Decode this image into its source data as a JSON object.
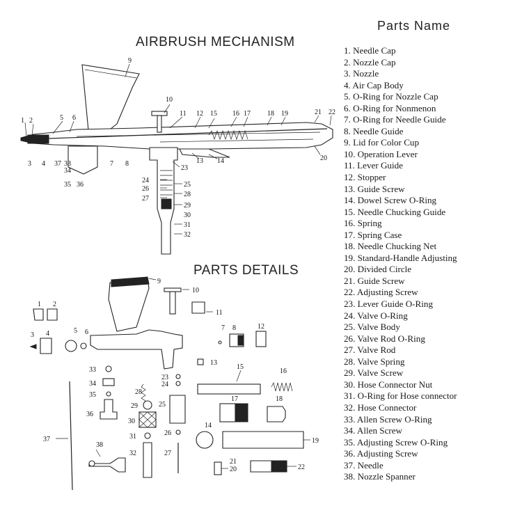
{
  "titles": {
    "mechanism": "AIRBRUSH MECHANISM",
    "details": "PARTS DETAILS",
    "parts_name": "Parts Name"
  },
  "parts": [
    "1. Needle Cap",
    "2. Nozzle Cap",
    "3. Nozzle",
    "4. Air Cap Body",
    "5. O-Ring for Nozzle Cap",
    "6. O-Ring for Nonmenon",
    "7. O-Ring for Needle Guide",
    "8. Needle Guide",
    "9. Lid for Color Cup",
    "10. Operation Lever",
    "11. Lever Guide",
    "12. Stopper",
    "13. Guide Screw",
    "14. Dowel Screw O-Ring",
    "15. Needle Chucking Guide",
    "16. Spring",
    "17. Spring Case",
    "18. Needle Chucking Net",
    "19. Standard-Handle Adjusting",
    "20. Divided Circle",
    "21. Guide Screw",
    "22. Adjusting Screw",
    "23. Lever Guide O-Ring",
    "24. Valve O-Ring",
    "25. Valve Body",
    "26. Valve Rod O-Ring",
    "27. Valve Rod",
    "28. Valve Spring",
    "29. Valve Screw",
    "30. Hose Connector Nut",
    "31. O-Ring for Hose connector",
    "32. Hose Connector",
    "33. Allen Screw O-Ring",
    "34. Allen Screw",
    "35. Adjusting Screw O-Ring",
    "36. Adjusting Screw",
    "37. Needle",
    "38. Nozzle Spanner"
  ],
  "callouts": {
    "n1": "1",
    "n2": "2",
    "n3": "3",
    "n4": "4",
    "n5": "5",
    "n6": "6",
    "n7": "7",
    "n8": "8",
    "n9": "9",
    "n10": "10",
    "n11": "11",
    "n12": "12",
    "n13": "13",
    "n14": "14",
    "n15": "15",
    "n16": "16",
    "n17": "17",
    "n18": "18",
    "n19": "19",
    "n20": "20",
    "n21": "21",
    "n22": "22",
    "n23": "23",
    "n24": "24",
    "n25": "25",
    "n26": "26",
    "n27": "27",
    "n28": "28",
    "n29": "29",
    "n30": "30",
    "n31": "31",
    "n32": "32",
    "n33": "33",
    "n34": "34",
    "n35": "35",
    "n36": "36",
    "n37": "37",
    "n38": "38"
  }
}
